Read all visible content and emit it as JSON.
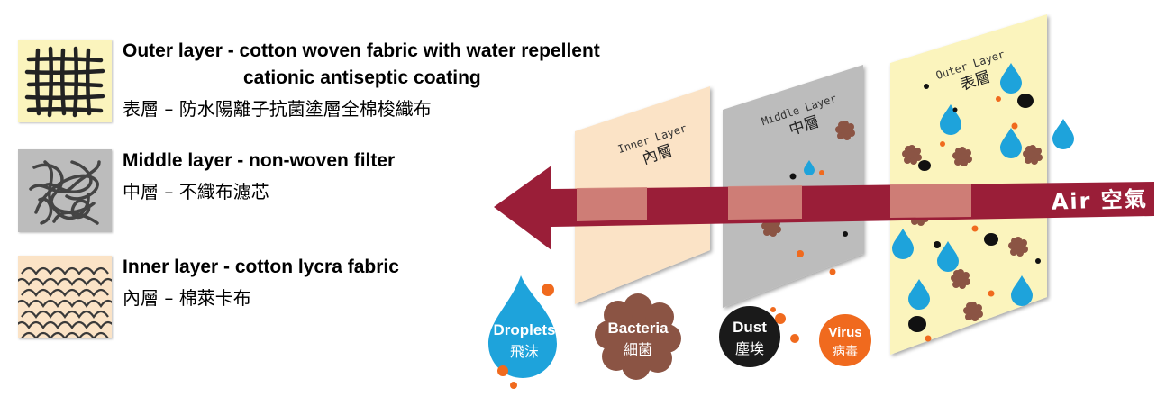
{
  "legend": {
    "outer": {
      "title_line1": "Outer layer - cotton woven fabric with water repellent",
      "title_line2": "cationic antiseptic coating",
      "chinese": "表層 – 防水陽離子抗菌塗層全棉梭織布"
    },
    "middle": {
      "title": "Middle layer - non-woven filter",
      "chinese": "中層 – 不織布濾芯"
    },
    "inner": {
      "title": "Inner layer - cotton lycra fabric",
      "chinese": "內層 – 棉萊卡布"
    }
  },
  "diagram": {
    "inner_panel": {
      "en": "Inner Layer",
      "cn": "內層"
    },
    "middle_panel": {
      "en": "Middle Layer",
      "cn": "中層"
    },
    "outer_panel": {
      "en": "Outer Layer",
      "cn": "表層"
    },
    "arrow_label": "Air 空氣"
  },
  "particles": {
    "droplets": {
      "en": "Droplets",
      "cn": "飛沫"
    },
    "bacteria": {
      "en": "Bacteria",
      "cn": "細菌"
    },
    "dust": {
      "en": "Dust",
      "cn": "塵埃"
    },
    "virus": {
      "en": "Virus",
      "cn": "病毒"
    }
  },
  "colors": {
    "outer_fabric": "#fbf4bd",
    "middle_fabric": "#bcbcbc",
    "inner_fabric": "#fbe3c6",
    "arrow": "#9a1e38",
    "droplet": "#1ea3db",
    "bacteria": "#8b5444",
    "dust": "#1a1a1a",
    "virus": "#f06a1e"
  }
}
